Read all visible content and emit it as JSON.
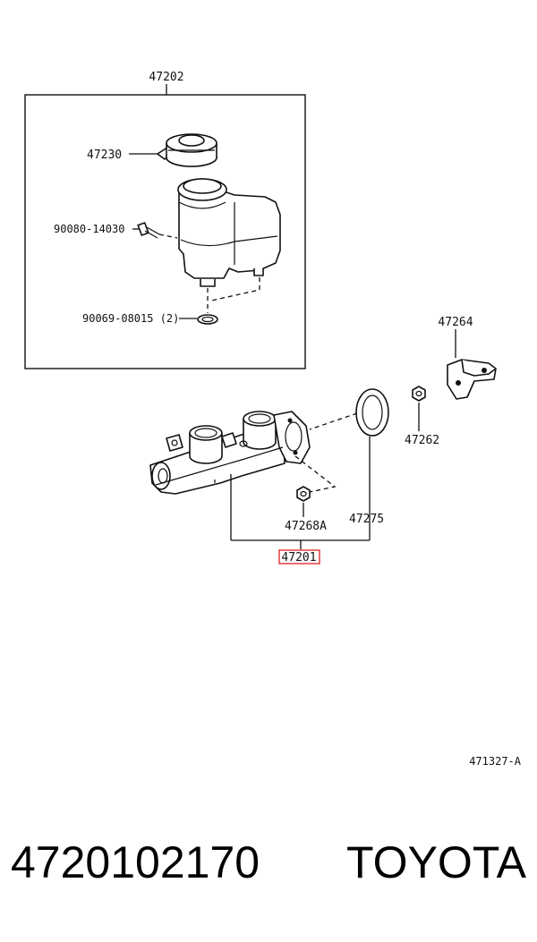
{
  "diagram": {
    "labels": {
      "reservoir_assembly": "47202",
      "reservoir_cap": "47230",
      "screw": "90080-14030",
      "grommet": "90069-08015 (2)",
      "bracket": "47264",
      "nut_47262": "47262",
      "nut_47268a": "47268A",
      "gasket": "47275",
      "master_cylinder": "47201",
      "figure_code": "471327-A"
    },
    "highlight_color": "#e03030"
  },
  "footer": {
    "part_number": "4720102170",
    "brand": "TOYOTA"
  }
}
